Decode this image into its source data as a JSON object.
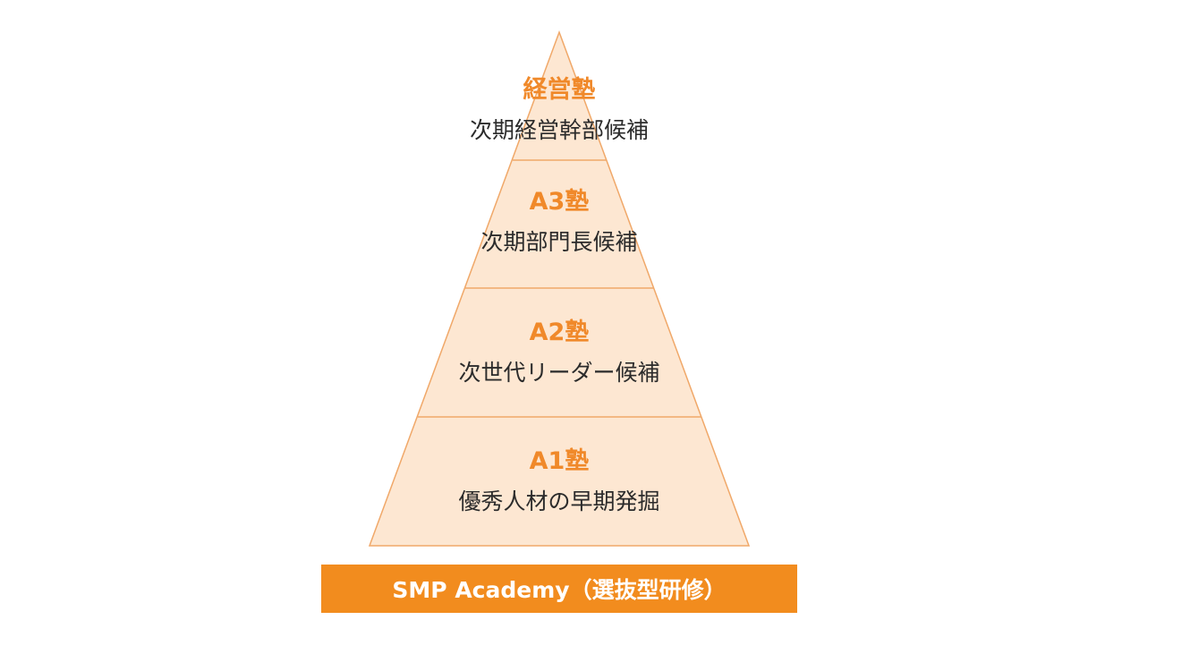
{
  "colors": {
    "tier_fill": "#fde7d2",
    "tier_stroke": "#f0a869",
    "title_text": "#f0892a",
    "description_text": "#2b2b2b",
    "banner_background": "#f28c1e",
    "banner_text": "#ffffff"
  },
  "tiers": [
    {
      "title": "経営塾",
      "description": "次期経営幹部候補"
    },
    {
      "title": "A3塾",
      "description": "次期部門長候補"
    },
    {
      "title": "A2塾",
      "description": "次世代リーダー候補"
    },
    {
      "title": "A1塾",
      "description": "優秀人材の早期発掘"
    }
  ],
  "banner": {
    "label": "SMP Academy（選抜型研修）"
  }
}
